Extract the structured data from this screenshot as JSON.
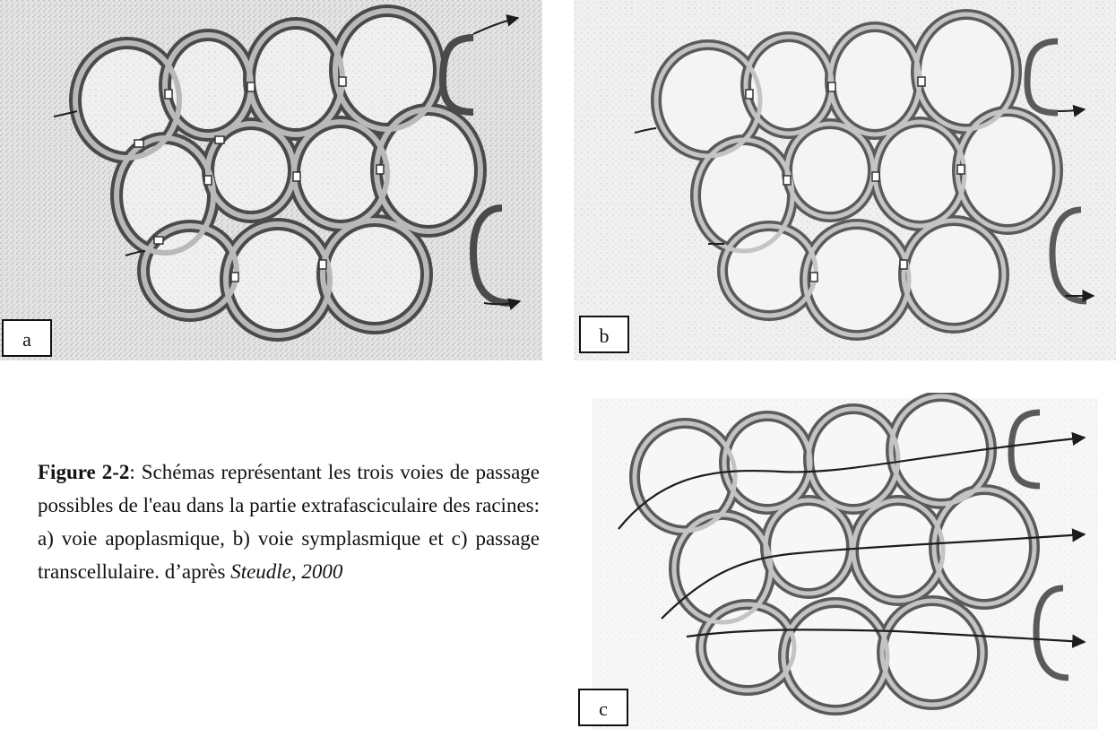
{
  "figure": {
    "panels": [
      {
        "id": "a",
        "label": "a",
        "pathway": "apoplasmique"
      },
      {
        "id": "b",
        "label": "b",
        "pathway": "symplasmique"
      },
      {
        "id": "c",
        "label": "c",
        "pathway": "transcellulaire"
      }
    ],
    "caption": {
      "figure_number": "Figure 2-2",
      "separator": ":",
      "text": " Schémas représentant les trois voies de passage possibles de l'eau dans la partie extrafasciculaire des racines: a) voie apoplasmique, b) voie symplasmique et c) passage transcellulaire. d’après ",
      "citation": "Steudle, 2000"
    }
  },
  "colors": {
    "cell_wall": "#b9b9b9",
    "wall_outline": "#4a4a4a",
    "background_stipple": "#d6d6d6",
    "arrow": "#1c1c1c"
  }
}
